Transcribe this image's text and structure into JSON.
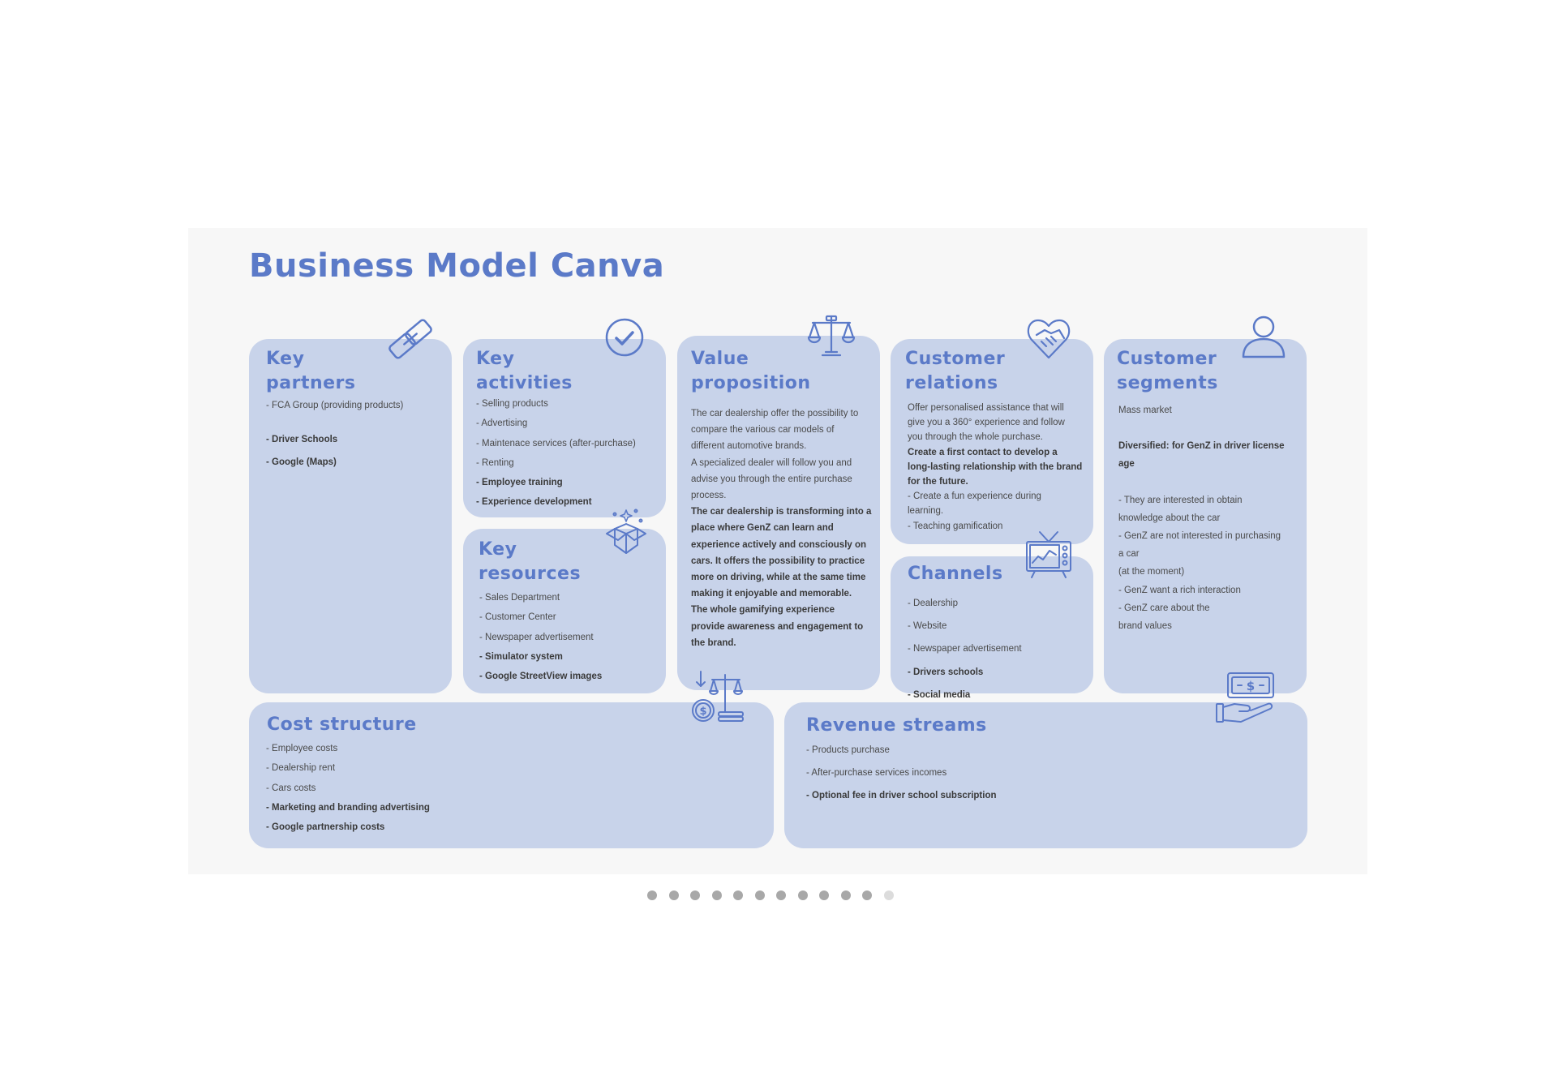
{
  "title": "Business Model Canva",
  "colors": {
    "accent": "#5b7ac8",
    "card": "#c8d3ea",
    "slide_bg": "#f7f7f7"
  },
  "key_partners": {
    "heading_line1": "Key",
    "heading_line2": "partners",
    "items": [
      "- FCA Group (providing products)",
      "- Driver Schools",
      "- Google (Maps)"
    ],
    "icon": "chain-link-icon"
  },
  "key_activities": {
    "heading_line1": "Key",
    "heading_line2": "activities",
    "items": [
      "- Selling products",
      "- Advertising",
      "- Maintenace services (after-purchase)",
      "- Renting",
      "- Employee training",
      "- Experience development"
    ],
    "icon": "check-circle-icon"
  },
  "key_resources": {
    "heading_line1": "Key",
    "heading_line2": "resources",
    "items": [
      "- Sales Department",
      "- Customer Center",
      "- Newspaper advertisement",
      "- Simulator system",
      "- Google StreetView images"
    ],
    "icon": "open-box-icon"
  },
  "value_proposition": {
    "heading_line1": "Value",
    "heading_line2": "proposition",
    "lines": [
      "The car dealership offer the possibility to",
      "compare the various car models of",
      "different automotive brands.",
      "A specialized dealer will follow you and",
      "advise you through the entire purchase",
      "process.",
      "The car dealership is transforming into a",
      "place where GenZ can learn and",
      "experience actively and consciously on",
      "cars. It offers the possibility to practice",
      "more on driving, while at the same time",
      "making it enjoyable and memorable.",
      "The whole gamifying experience",
      "provide awareness and engagement to",
      "the brand."
    ],
    "icon": "balance-scale-icon"
  },
  "customer_relations": {
    "heading_line1": "Customer",
    "heading_line2": "relations",
    "lines": [
      "Offer personalised assistance that will",
      "give you a 360° experience and follow",
      "you through the whole purchase.",
      "Create a first contact to develop a",
      "long-lasting relationship with the brand",
      "for the future.",
      "- Create a fun experience during",
      "learning.",
      "- Teaching gamification"
    ],
    "icon": "handshake-heart-icon"
  },
  "channels": {
    "heading": "Channels",
    "items": [
      "- Dealership",
      "- Website",
      "- Newspaper advertisement",
      "- Drivers schools",
      "- Social media"
    ],
    "icon": "tv-chart-icon"
  },
  "customer_segments": {
    "heading_line1": "Customer",
    "heading_line2": "segments",
    "lines": [
      "Mass market",
      "Diversified: for GenZ in driver license",
      "age",
      "- They are interested in obtain",
      "knowledge about the car",
      "- GenZ are not interested in purchasing",
      "a car",
      "(at the moment)",
      "- GenZ want a rich interaction",
      "- GenZ care about the",
      "brand values"
    ],
    "icon": "user-icon"
  },
  "cost_structure": {
    "heading": "Cost structure",
    "items": [
      "- Employee costs",
      "- Dealership rent",
      "- Cars costs",
      "- Marketing and branding advertising",
      "- Google partnership costs"
    ],
    "icon": "coin-scale-icon"
  },
  "revenue_streams": {
    "heading": "Revenue streams",
    "items": [
      "- Products purchase",
      "- After-purchase services incomes",
      "- Optional fee in driver school subscription"
    ],
    "icon": "money-hand-icon"
  },
  "pagination": {
    "total": 12,
    "active_count": 11
  }
}
